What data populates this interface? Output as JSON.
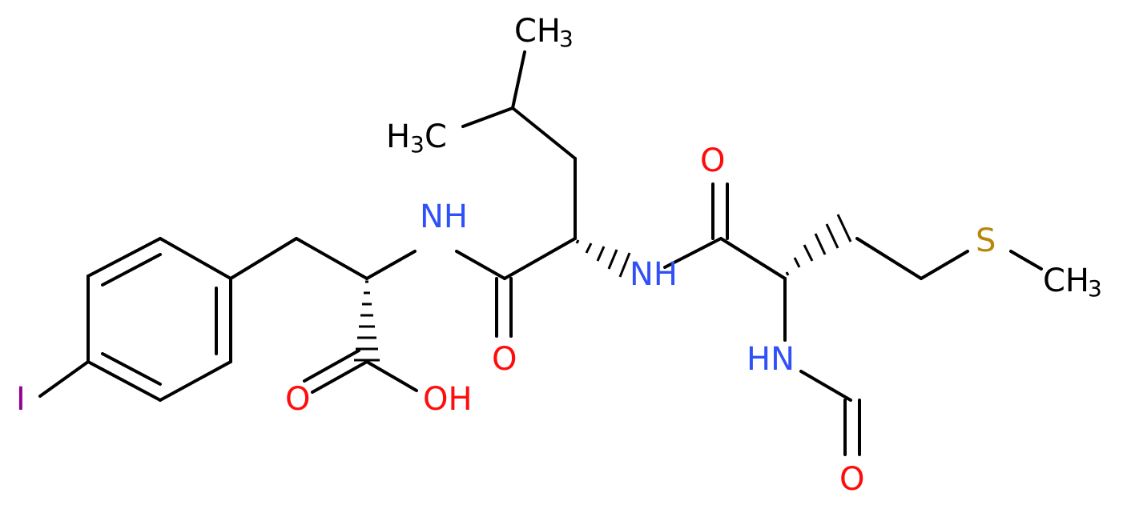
{
  "colors": {
    "bond": "#000000",
    "nitrogen": "#3050F8",
    "oxygen": "#FF0D0D",
    "sulfur": "#B8860B",
    "iodine": "#940094",
    "carbon": "#000000"
  },
  "atoms": {
    "iodine": {
      "main": "I"
    },
    "o_carbonyl_acid": {
      "main": "O"
    },
    "o_hydroxyl": {
      "main": "OH"
    },
    "n_amide_1": {
      "main": "NH"
    },
    "o_amide_1": {
      "main": "O"
    },
    "ch3_upper": {
      "main": "CH",
      "sub": "3"
    },
    "h3c_left": {
      "pre": "H",
      "sub": "3",
      "post": "C"
    },
    "n_amide_2": {
      "main": "NH"
    },
    "o_amide_2": {
      "main": "O"
    },
    "n_formyl": {
      "main": "HN"
    },
    "o_formyl": {
      "main": "O"
    },
    "sulfur": {
      "main": "S"
    },
    "ch3_s": {
      "main": "CH",
      "sub": "3"
    }
  }
}
